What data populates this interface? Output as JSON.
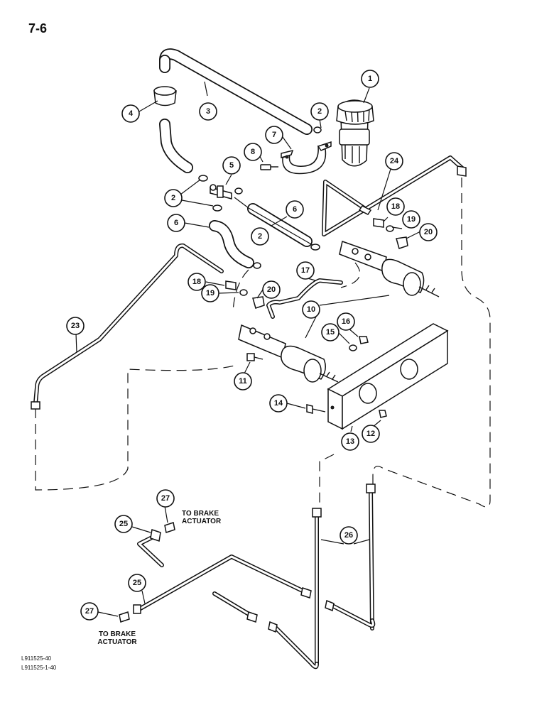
{
  "page": {
    "number": "7-6"
  },
  "notes": {
    "to_brake_actuator_1": "TO BRAKE ACTUATOR",
    "to_brake_actuator_2": "TO BRAKE ACTUATOR"
  },
  "codes": {
    "code1": "L911525-40",
    "code2": "L911525-1-40"
  },
  "callouts": [
    {
      "id": "c1",
      "label": "1"
    },
    {
      "id": "c2a",
      "label": "2"
    },
    {
      "id": "c2b",
      "label": "2"
    },
    {
      "id": "c2c",
      "label": "2"
    },
    {
      "id": "c3",
      "label": "3"
    },
    {
      "id": "c4",
      "label": "4"
    },
    {
      "id": "c5",
      "label": "5"
    },
    {
      "id": "c6a",
      "label": "6"
    },
    {
      "id": "c6b",
      "label": "6"
    },
    {
      "id": "c7",
      "label": "7"
    },
    {
      "id": "c8",
      "label": "8"
    },
    {
      "id": "c10",
      "label": "10"
    },
    {
      "id": "c11",
      "label": "11"
    },
    {
      "id": "c12",
      "label": "12"
    },
    {
      "id": "c13",
      "label": "13"
    },
    {
      "id": "c14",
      "label": "14"
    },
    {
      "id": "c15",
      "label": "15"
    },
    {
      "id": "c16",
      "label": "16"
    },
    {
      "id": "c17",
      "label": "17"
    },
    {
      "id": "c18a",
      "label": "18"
    },
    {
      "id": "c18b",
      "label": "18"
    },
    {
      "id": "c19a",
      "label": "19"
    },
    {
      "id": "c19b",
      "label": "19"
    },
    {
      "id": "c20a",
      "label": "20"
    },
    {
      "id": "c20b",
      "label": "20"
    },
    {
      "id": "c23",
      "label": "23"
    },
    {
      "id": "c24",
      "label": "24"
    },
    {
      "id": "c25a",
      "label": "25"
    },
    {
      "id": "c25b",
      "label": "25"
    },
    {
      "id": "c26",
      "label": "26"
    },
    {
      "id": "c27a",
      "label": "27"
    },
    {
      "id": "c27b",
      "label": "27"
    }
  ]
}
